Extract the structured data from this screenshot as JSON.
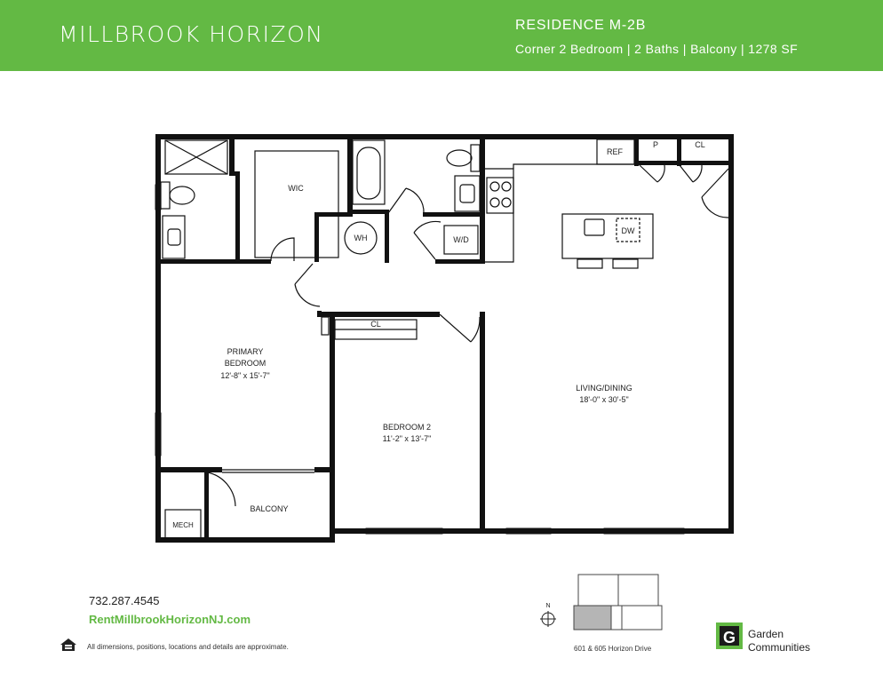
{
  "header": {
    "brand": "MILLBROOK HORIZON",
    "residence": "RESIDENCE M-2B",
    "summary": "Corner 2 Bedroom | 2 Baths | Balcony | 1278 SF"
  },
  "plan": {
    "rooms": {
      "wic": "WIC",
      "wh": "WH",
      "wd": "W/D",
      "ref": "REF",
      "pantry": "P",
      "closet_hall": "CL",
      "dw": "DW",
      "primary_name_1": "PRIMARY",
      "primary_name_2": "BEDROOM",
      "primary_dims": "12'-8\" x 15'-7\"",
      "closet_bed2": "CL",
      "bed2_name": "BEDROOM 2",
      "bed2_dims": "11'-2\" x 13'-7\"",
      "living_name": "LIVING/DINING",
      "living_dims": "18'-0\" x 30'-5\"",
      "balcony": "BALCONY",
      "mech": "MECH"
    }
  },
  "footer": {
    "phone": "732.287.4545",
    "website": "RentMillbrookHorizonNJ.com",
    "disclaimer": "All dimensions, positions, locations and details are approximate.",
    "address": "601 & 605 Horizon Drive",
    "north_label": "N",
    "logo_line1": "Garden",
    "logo_line2": "Communities",
    "logo_letter": "G"
  },
  "colors": {
    "brand_green": "#63b944",
    "wall": "#111111",
    "highlight_unit": "#b5b5b5"
  }
}
